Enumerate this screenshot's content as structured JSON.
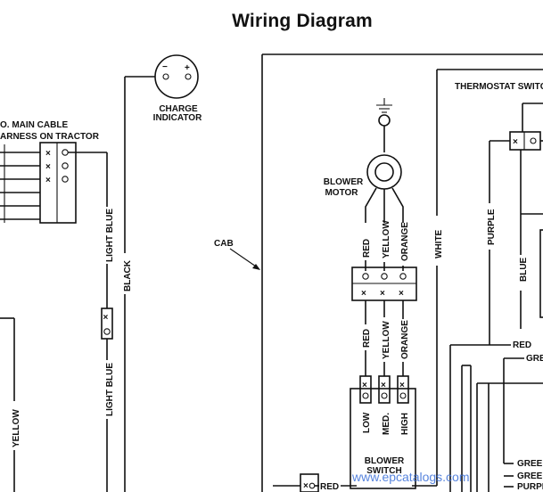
{
  "title": "Wiring Diagram",
  "labels": {
    "charge_indicator_1": "CHARGE",
    "charge_indicator_2": "INDICATOR",
    "main_cable_1": "O. MAIN CABLE",
    "main_cable_2": "ARNESS ON TRACTOR",
    "thermostat_switch": "THERMOSTAT SWITC",
    "blower_motor_1": "BLOWER",
    "blower_motor_2": "MOTOR",
    "cab": "CAB",
    "blower_switch_1": "BLOWER",
    "blower_switch_2": "SWITCH"
  },
  "wire_colors": {
    "light_blue_upper": "LIGHT BLUE",
    "light_blue_lower": "LIGHT BLUE",
    "black": "BLACK",
    "yellow": "YELLOW",
    "white": "WHITE",
    "purple": "PURPLE",
    "blue": "BLUE",
    "red_upper": "RED",
    "yellow_upper": "YELLOW",
    "orange_upper": "ORANGE",
    "red_lower": "RED",
    "yellow_lower": "YELLOW",
    "orange_lower": "ORANGE",
    "red_right": "RED",
    "gre_right": "GRE",
    "green_right_1": "GREE",
    "green_right_2": "GREEN",
    "purple_right": "PURPL",
    "red_bottom": "RED"
  },
  "switch_positions": {
    "low": "LOW",
    "med": "MED.",
    "high": "HIGH"
  },
  "symbols": {
    "minus": "−",
    "plus": "+"
  },
  "watermark": "www.epcatalogs.com"
}
